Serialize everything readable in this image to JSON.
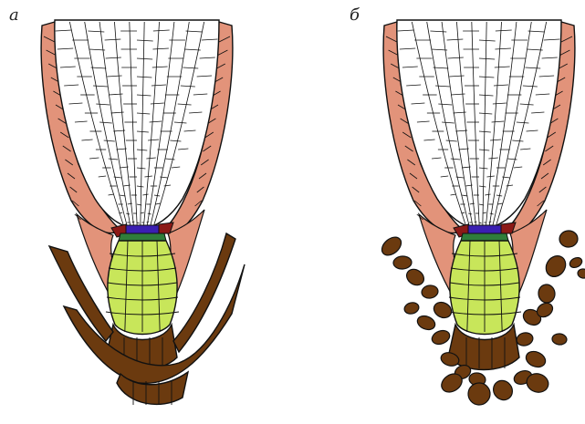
{
  "panels": [
    {
      "label": "а"
    },
    {
      "label": "б"
    }
  ],
  "colors": {
    "inner_cells": "#ffffff",
    "outline": "#111111",
    "epidermis_layer": "#e2937a",
    "quiescent_center": "#3b1fb2",
    "initial_cells_dark": "#8c1a17",
    "initial_cells_green": "#2f7d3a",
    "columella": "#c8e65a",
    "root_cap_brown": "#6b3a0f"
  },
  "icons": [
    "root-tip-diagram"
  ]
}
